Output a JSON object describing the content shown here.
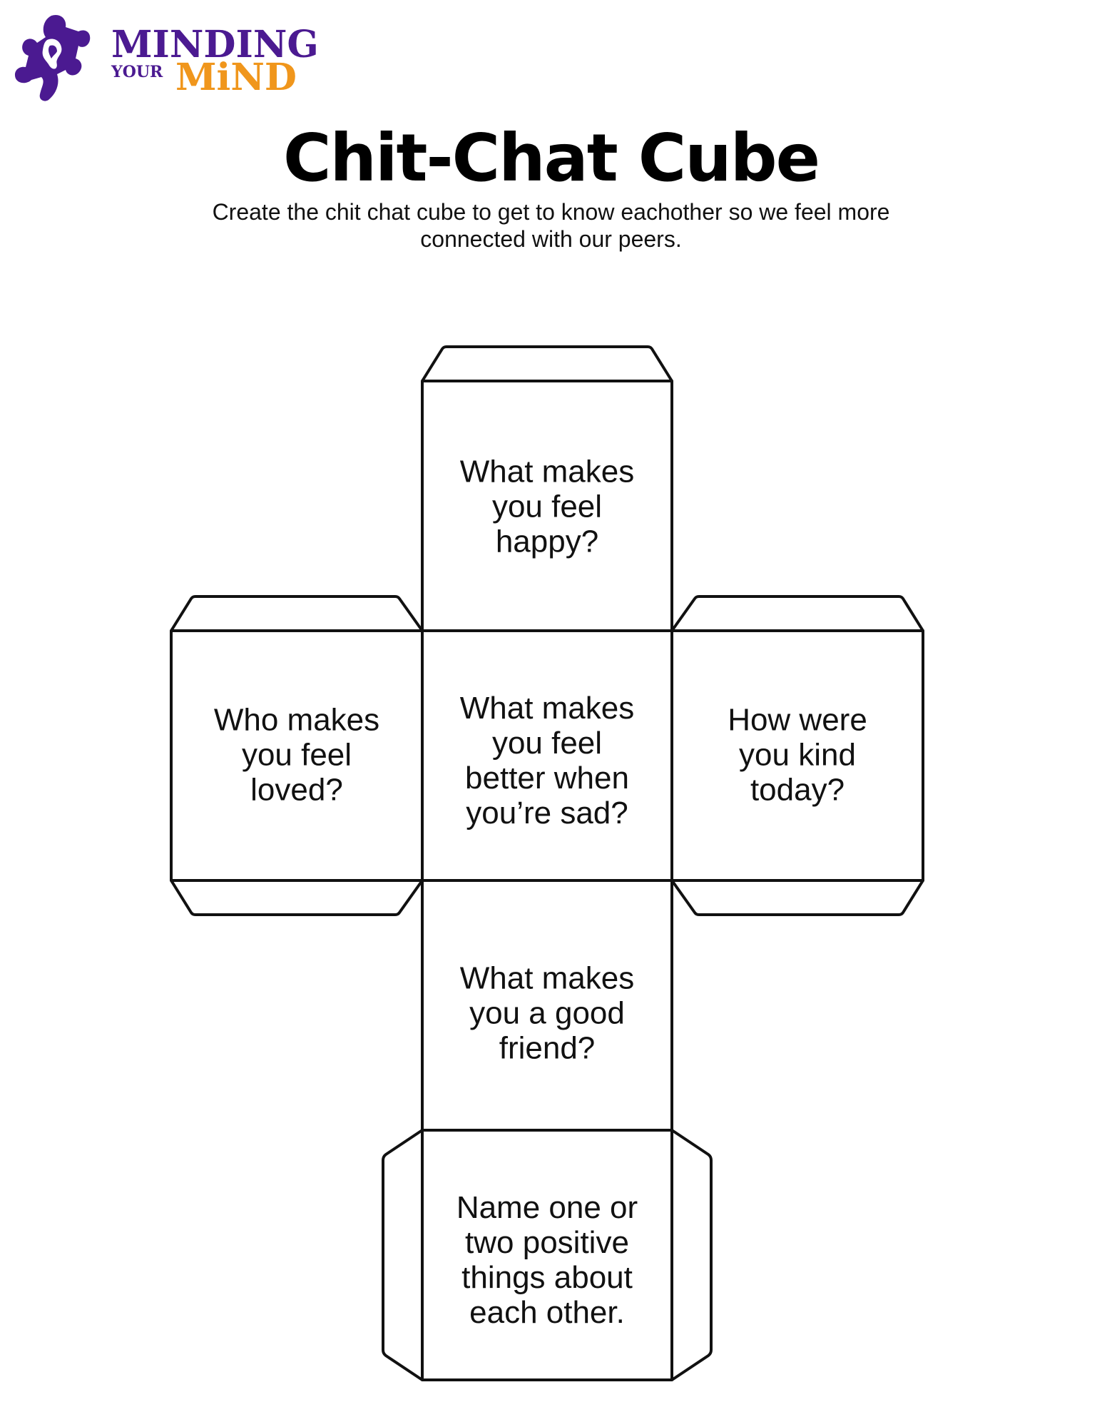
{
  "brand": {
    "line1": "MINDING",
    "line2_small": "YOUR",
    "line2_large": "MiND",
    "colors": {
      "purple": "#4b1a91",
      "orange": "#f0961c"
    }
  },
  "title": "Chit-Chat Cube",
  "subtitle": "Create the chit chat cube to get to know eachother so we feel more connected with our peers.",
  "faces": {
    "top": "What makes\nyou feel\nhappy?",
    "left": "Who makes\nyou feel\nloved?",
    "center": "What makes\nyou feel\nbetter when\nyou’re sad?",
    "right": "How were\nyou kind\ntoday?",
    "lower": "What makes\nyou a good\nfriend?",
    "bottom": "Name one or\ntwo positive\nthings about\neach other."
  }
}
